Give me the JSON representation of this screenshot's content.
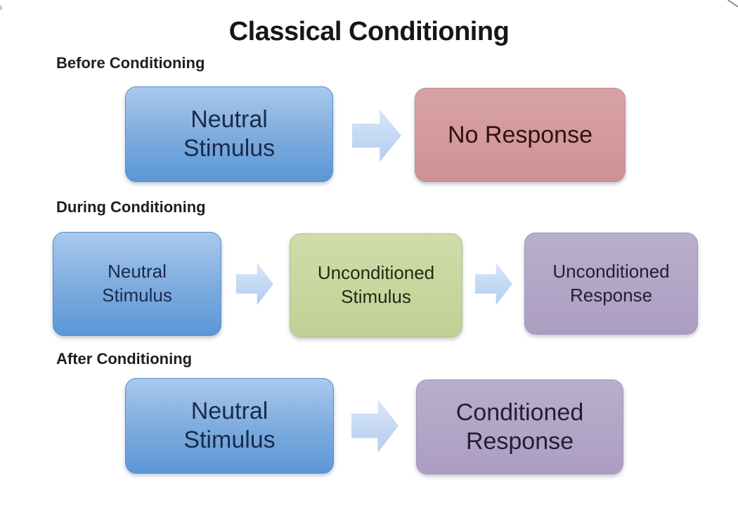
{
  "title": "Classical Conditioning",
  "sections": [
    {
      "label": "Before Conditioning",
      "boxes": [
        {
          "name": "neutral-stimulus",
          "color": "blue",
          "lines": [
            "Neutral",
            "Stimulus"
          ]
        },
        {
          "name": "no-response",
          "color": "red",
          "lines": [
            "No Response"
          ]
        }
      ]
    },
    {
      "label": "During Conditioning",
      "boxes": [
        {
          "name": "neutral-stimulus",
          "color": "blue",
          "lines": [
            "Neutral",
            "Stimulus"
          ]
        },
        {
          "name": "unconditioned-stimulus",
          "color": "green",
          "lines": [
            "Unconditioned",
            "Stimulus"
          ]
        },
        {
          "name": "unconditioned-response",
          "color": "purple",
          "lines": [
            "Unconditioned",
            "Response"
          ]
        }
      ]
    },
    {
      "label": "After Conditioning",
      "boxes": [
        {
          "name": "neutral-stimulus",
          "color": "blue",
          "lines": [
            "Neutral",
            "Stimulus"
          ]
        },
        {
          "name": "conditioned-response",
          "color": "purple",
          "lines": [
            "Conditioned",
            "Response"
          ]
        }
      ]
    }
  ],
  "colors": {
    "blue_top": "#a9c9ee",
    "blue_mid": "#7fadde",
    "blue_bottom": "#5b97d8",
    "red_top": "#d8a2a4",
    "red_bottom": "#cf9294",
    "green_top": "#d0dcab",
    "green_bottom": "#c2d095",
    "purple_top": "#b9aecb",
    "purple_bottom": "#ac9ec2",
    "arrow_top": "#d9e6f7",
    "arrow_bottom": "#b2cdf0"
  }
}
